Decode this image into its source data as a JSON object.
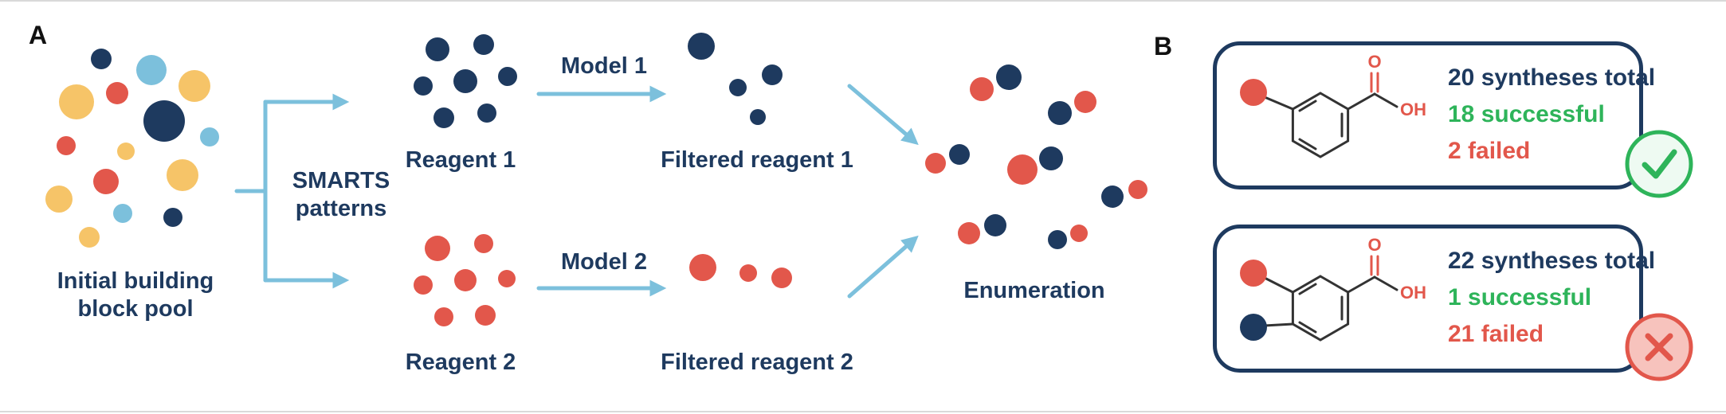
{
  "colors": {
    "navy": "#1e3a5f",
    "coral": "#e2574b",
    "yellow": "#f6c468",
    "sky": "#7cc0dc",
    "green": "#2eb45a",
    "greenfill": "#eefaf2",
    "pinkfill": "#f7c3bd",
    "bond": "#333333",
    "label_dark": "#111111",
    "rule_gray": "#d9d9d9"
  },
  "panelA": {
    "label": "A",
    "pool_label": "Initial building block pool",
    "smarts_label": "SMARTS patterns",
    "reagent1_label": "Reagent 1",
    "model1_label": "Model 1",
    "filtered1_label": "Filtered reagent 1",
    "reagent2_label": "Reagent 2",
    "model2_label": "Model 2",
    "filtered2_label": "Filtered reagent 2",
    "enumeration_label": "Enumeration",
    "clusters": {
      "pool": [
        [
          127,
          74,
          13,
          "navy"
        ],
        [
          190,
          88,
          19,
          "sky"
        ],
        [
          96,
          128,
          22,
          "yellow"
        ],
        [
          147,
          117,
          14,
          "coral"
        ],
        [
          244,
          108,
          20,
          "yellow"
        ],
        [
          206,
          152,
          26,
          "navy"
        ],
        [
          263,
          172,
          12,
          "sky"
        ],
        [
          83,
          183,
          12,
          "coral"
        ],
        [
          158,
          190,
          11,
          "yellow"
        ],
        [
          133,
          228,
          16,
          "coral"
        ],
        [
          229,
          220,
          20,
          "yellow"
        ],
        [
          74,
          250,
          17,
          "yellow"
        ],
        [
          154,
          268,
          12,
          "sky"
        ],
        [
          217,
          273,
          12,
          "navy"
        ],
        [
          112,
          298,
          13,
          "yellow"
        ]
      ],
      "reagent1": [
        [
          549,
          62,
          15,
          "navy"
        ],
        [
          607,
          56,
          13,
          "navy"
        ],
        [
          531,
          108,
          12,
          "navy"
        ],
        [
          584,
          102,
          15,
          "navy"
        ],
        [
          637,
          96,
          12,
          "navy"
        ],
        [
          557,
          148,
          13,
          "navy"
        ],
        [
          611,
          142,
          12,
          "navy"
        ]
      ],
      "filtered1": [
        [
          880,
          58,
          17,
          "navy"
        ],
        [
          926,
          110,
          11,
          "navy"
        ],
        [
          969,
          94,
          13,
          "navy"
        ],
        [
          951,
          147,
          10,
          "navy"
        ]
      ],
      "reagent2": [
        [
          549,
          312,
          16,
          "coral"
        ],
        [
          607,
          306,
          12,
          "coral"
        ],
        [
          531,
          358,
          12,
          "coral"
        ],
        [
          584,
          352,
          14,
          "coral"
        ],
        [
          636,
          350,
          11,
          "coral"
        ],
        [
          557,
          398,
          12,
          "coral"
        ],
        [
          609,
          396,
          13,
          "coral"
        ]
      ],
      "filtered2": [
        [
          882,
          336,
          17,
          "coral"
        ],
        [
          939,
          343,
          11,
          "coral"
        ],
        [
          981,
          349,
          13,
          "coral"
        ]
      ],
      "enumeration": [
        [
          1232,
          112,
          15,
          "coral"
        ],
        [
          1266,
          97,
          16,
          "navy"
        ],
        [
          1330,
          142,
          15,
          "navy"
        ],
        [
          1362,
          128,
          14,
          "coral"
        ],
        [
          1174,
          205,
          13,
          "coral"
        ],
        [
          1204,
          194,
          13,
          "navy"
        ],
        [
          1283,
          213,
          19,
          "coral"
        ],
        [
          1319,
          199,
          15,
          "navy"
        ],
        [
          1396,
          247,
          14,
          "navy"
        ],
        [
          1428,
          238,
          12,
          "coral"
        ],
        [
          1216,
          293,
          14,
          "coral"
        ],
        [
          1249,
          283,
          14,
          "navy"
        ],
        [
          1327,
          301,
          12,
          "navy"
        ],
        [
          1354,
          293,
          11,
          "coral"
        ]
      ]
    }
  },
  "panelB": {
    "label": "B",
    "molecule_labels": {
      "carbonyl": "O",
      "hydroxyl": "OH"
    },
    "cards": [
      {
        "total": "20 syntheses total",
        "successful": "18 successful",
        "failed": "2 failed",
        "status_icon": "checkmark-icon",
        "substituents": [
          "coral"
        ]
      },
      {
        "total": "22 syntheses total",
        "successful": "1 successful",
        "failed": "21 failed",
        "status_icon": "x-icon",
        "substituents": [
          "coral",
          "navy"
        ]
      }
    ]
  }
}
